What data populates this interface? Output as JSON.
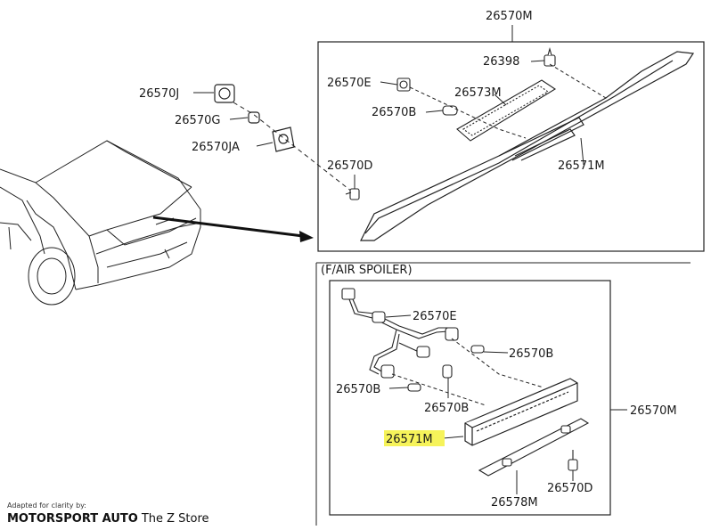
{
  "diagram": {
    "top_group_label": "26570M",
    "labels": {
      "p26570J": "26570J",
      "p26570G": "26570G",
      "p26570JA": "26570JA",
      "p26570E_top": "26570E",
      "p26570B_top": "26570B",
      "p26573M": "26573M",
      "p26398": "26398",
      "p26571M_top": "26571M",
      "p26570D_top": "26570D",
      "f_air_spoiler": "(F/AIR SPOILER)",
      "p26570E_bot": "26570E",
      "p26570B_right": "26570B",
      "p26570B_left": "26570B",
      "p26570B_mid": "26570B",
      "p26570M_right": "26570M",
      "p26571M_bot": "26571M",
      "p26578M": "26578M",
      "p26570D_bot": "26570D"
    },
    "highlight_color": "#f6f35a"
  },
  "credit": {
    "line1": "Adapted for clarity by:",
    "line2_brand": "MOTORSPORT AUTO",
    "line2_rest": "- The Z Store"
  }
}
